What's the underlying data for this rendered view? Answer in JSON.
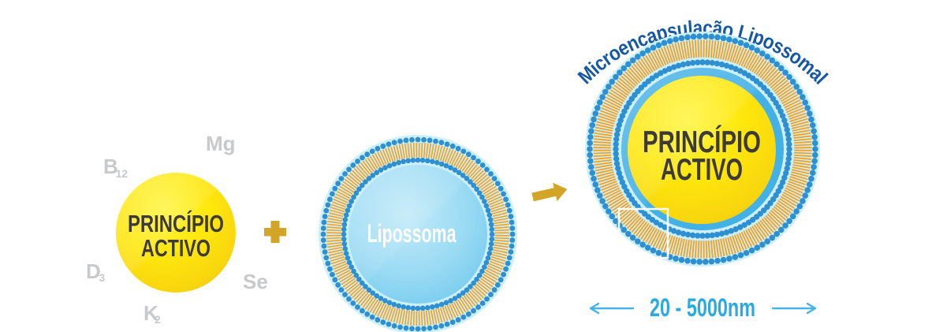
{
  "active": {
    "line1": "PRINCÍPIO",
    "line2": "ACTIVO"
  },
  "nutrients": {
    "b12": {
      "main": "B",
      "sub": "12"
    },
    "mg": {
      "main": "Mg",
      "sub": ""
    },
    "d3": {
      "main": "D",
      "sub": "3"
    },
    "se": {
      "main": "Se",
      "sub": ""
    },
    "k2": {
      "main": "K",
      "sub": "2"
    }
  },
  "liposome": {
    "label": "Lipossoma"
  },
  "result": {
    "title": "Microencapsulação Lipossomal",
    "line1": "PRINCÍPIO",
    "line2": "ACTIVO",
    "size_range": "20 - 5000nm"
  },
  "icons": {
    "plus": "plus-icon",
    "arrow": "arrow-right-icon",
    "size_arrows": "left-right-arrows"
  },
  "colors": {
    "yellow_highlight": "#fff542",
    "yellow": "#ffe70d",
    "yellow_gold": "#f8d60e",
    "yellow_deep": "#eec11a",
    "dot_blue": "#2e90d1",
    "tail_orange": "#f5a11f",
    "pale_blue": "#cceffa",
    "interior_light": "#c2eaf8",
    "interior_mid": "#9bdbf4",
    "interior_deep": "#66c5eb",
    "ring_blue": "#44b1e6",
    "title_blue": "#1558a5",
    "size_blue": "#2aa9e2",
    "arrow_blue": "#45b3e6",
    "gold": "#d3a526",
    "label_gray": "#c7c9cb",
    "text_dark": "#3e3a37"
  }
}
